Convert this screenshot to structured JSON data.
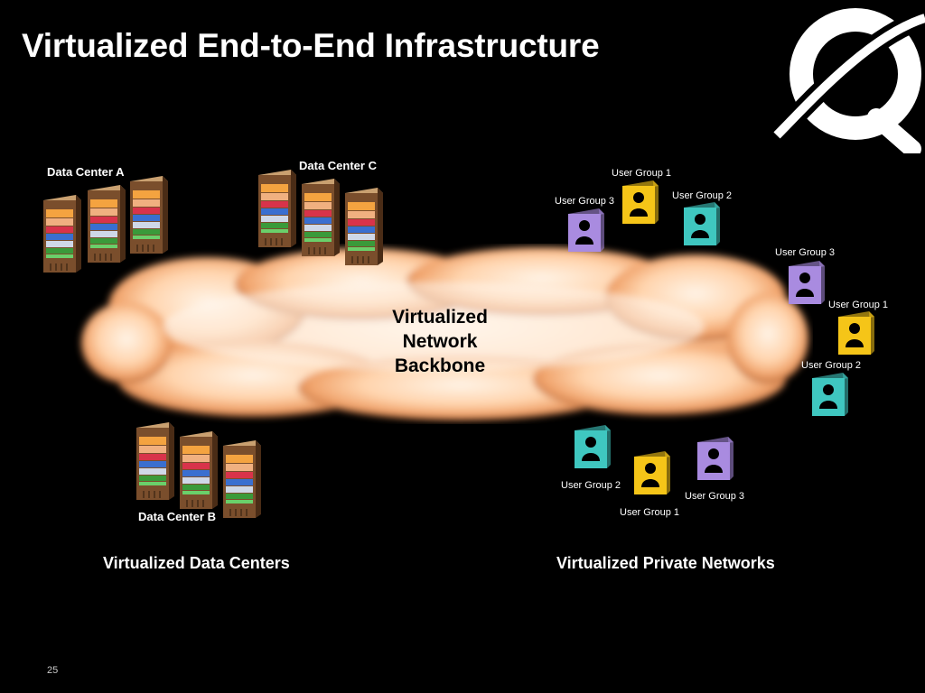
{
  "title": "Virtualized End-to-End Infrastructure",
  "backbone": {
    "lines": [
      "Virtualized",
      "Network",
      "Backbone"
    ]
  },
  "data_centers": {
    "a": "Data Center A",
    "b": "Data Center B",
    "c": "Data Center C"
  },
  "user_groups": [
    {
      "label": "User Group 1",
      "color": "#f5c518"
    },
    {
      "label": "User Group 2",
      "color": "#3fc7c0"
    },
    {
      "label": "User Group 3",
      "color": "#a98be0"
    },
    {
      "label": "User Group 3",
      "color": "#a98be0"
    },
    {
      "label": "User Group 1",
      "color": "#f5c518"
    },
    {
      "label": "User Group 2",
      "color": "#3fc7c0"
    },
    {
      "label": "User Group 2",
      "color": "#3fc7c0"
    },
    {
      "label": "User Group 3",
      "color": "#a98be0"
    },
    {
      "label": "User Group 1",
      "color": "#f5c518"
    }
  ],
  "sections": {
    "left": "Virtualized Data Centers",
    "right": "Virtualized Private Networks"
  },
  "page_number": "25",
  "icons": {
    "server": "server-rack-icon",
    "user": "user-group-icon",
    "brand": "nortel-globe-logo"
  }
}
